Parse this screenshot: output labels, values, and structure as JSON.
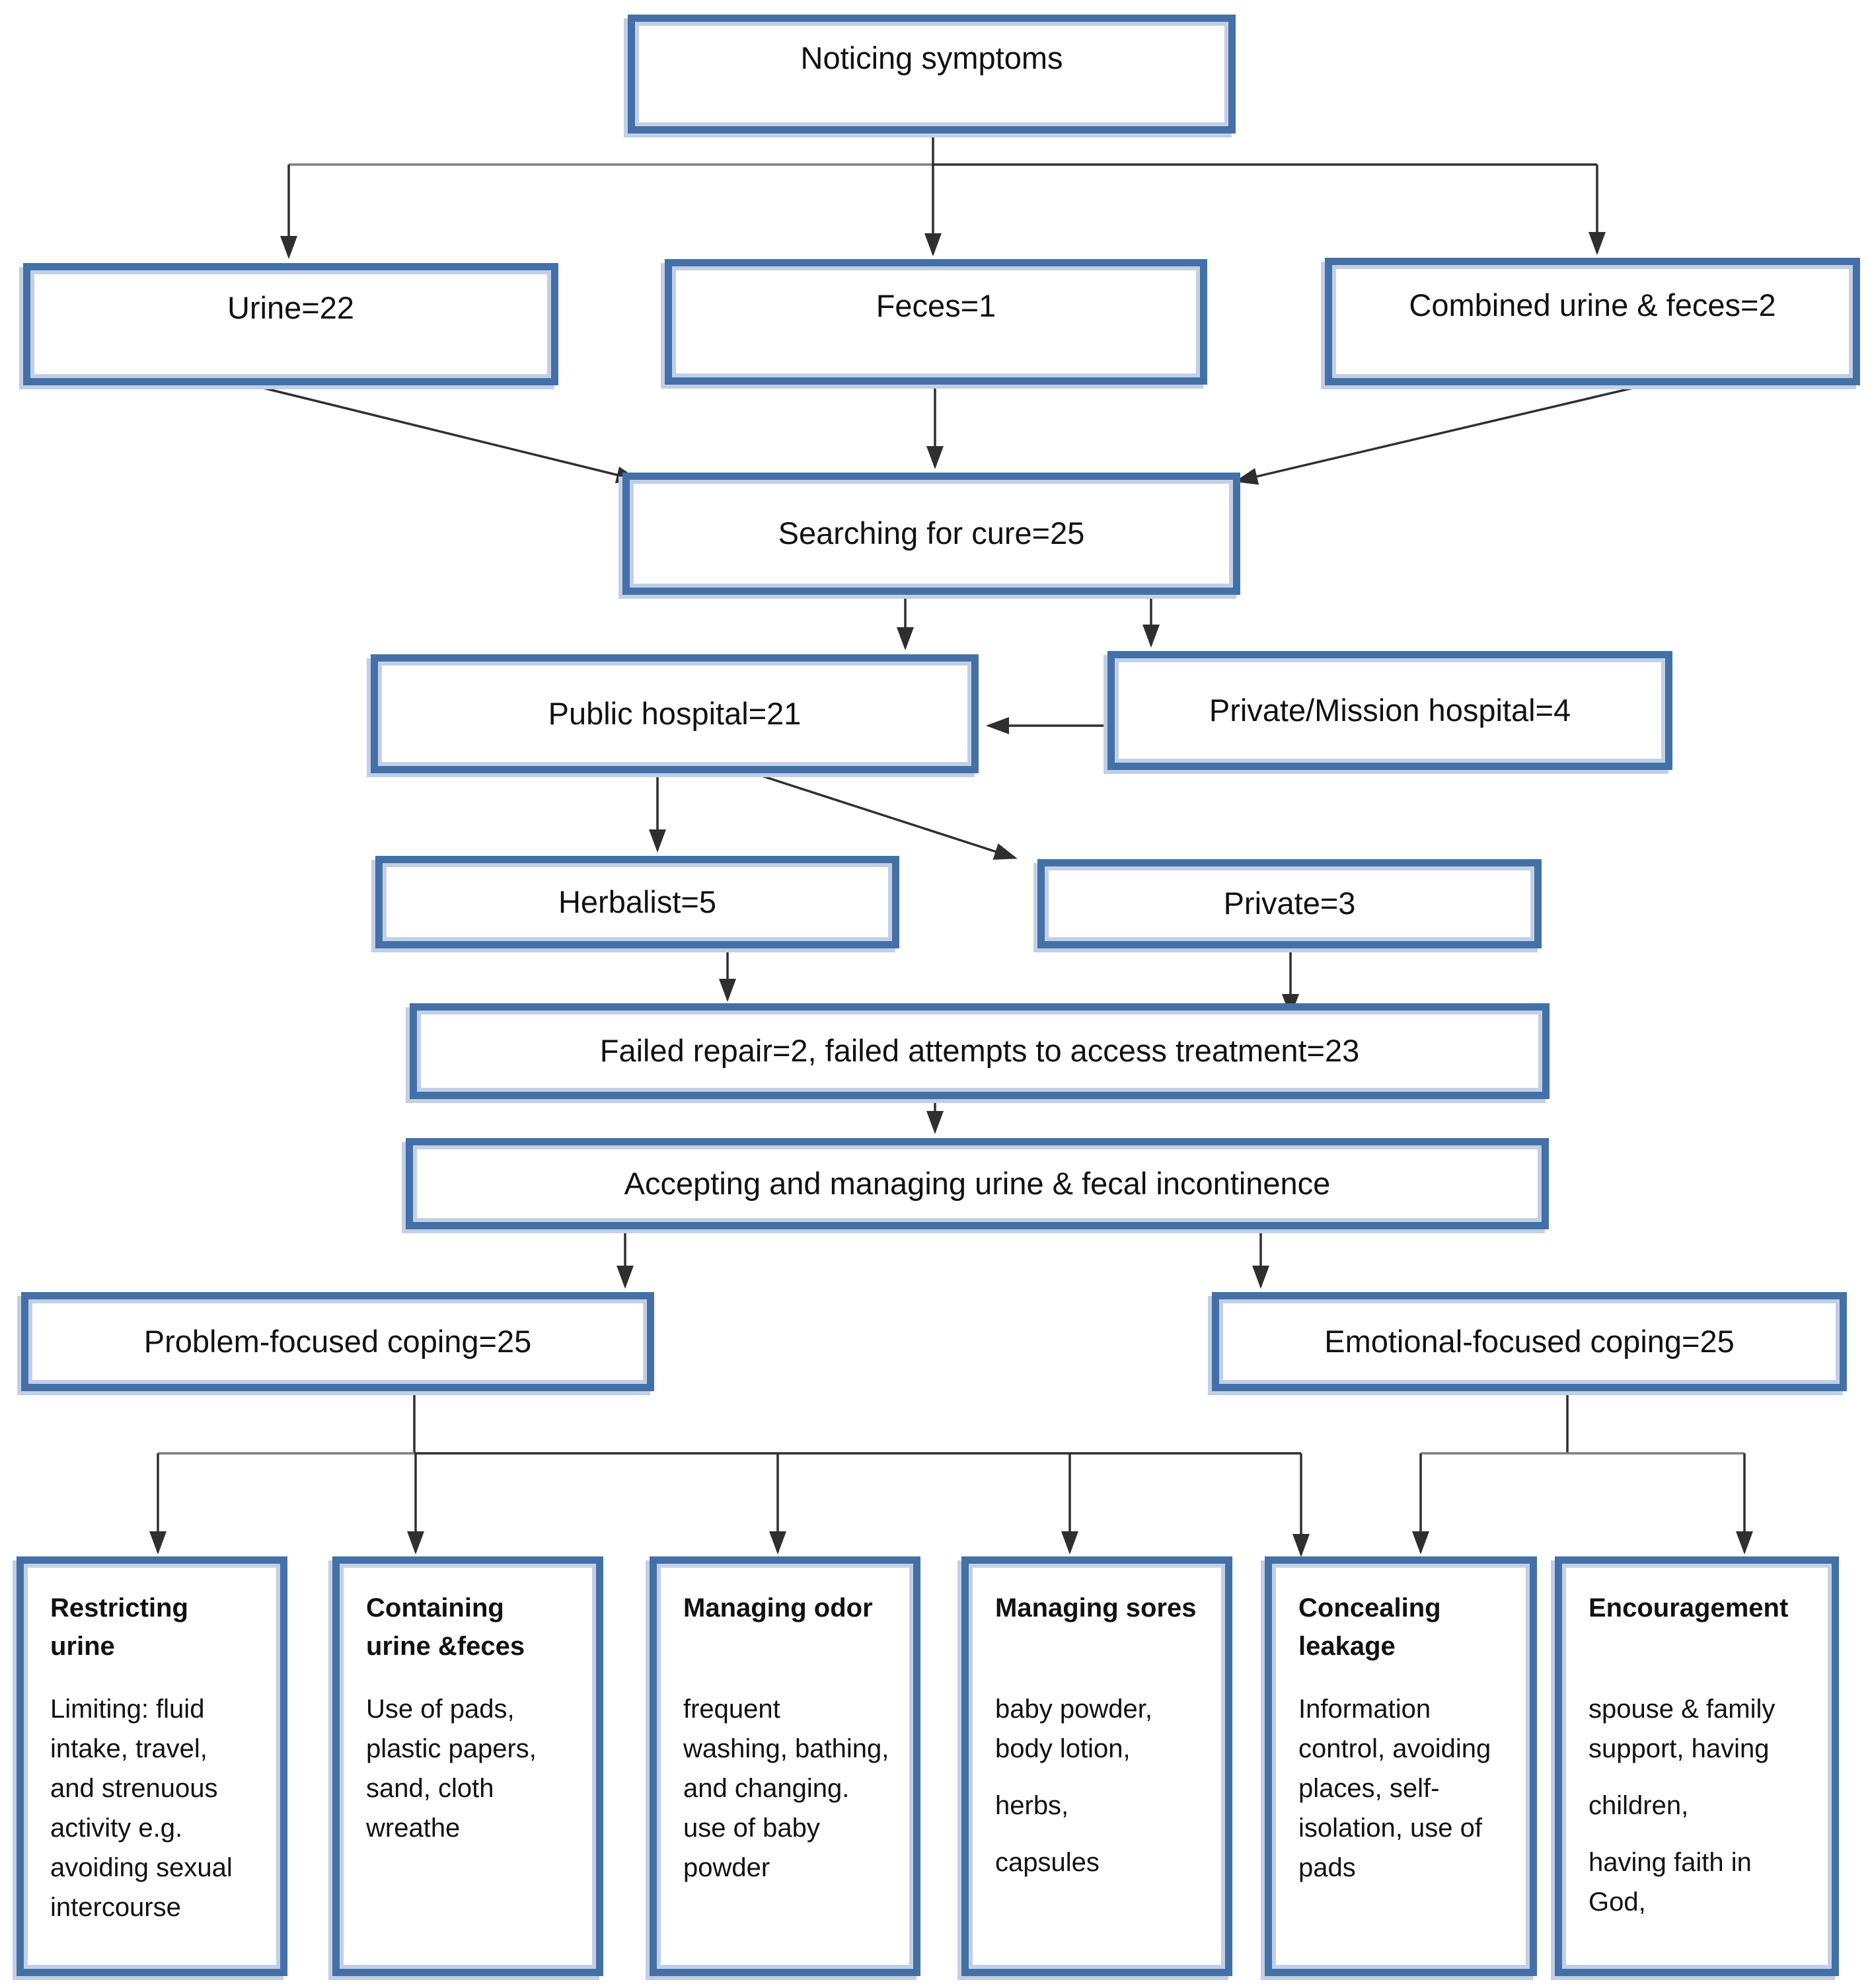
{
  "figure": {
    "type": "flowchart",
    "nodes": {
      "noticing": "Noticing symptoms",
      "urine": "Urine=22",
      "feces": "Feces=1",
      "combined": "Combined urine & feces=2",
      "searching": "Searching for cure=25",
      "public_hospital": "Public hospital=21",
      "private_mission": "Private/Mission hospital=4",
      "herbalist": "Herbalist=5",
      "private": "Private=3",
      "failed": "Failed repair=2, failed attempts to access treatment=23",
      "accepting": "Accepting and managing urine & fecal incontinence",
      "problem_coping": "Problem-focused coping=25",
      "emotional_coping": "Emotional-focused coping=25"
    },
    "coping_boxes": [
      {
        "title": "Restricting urine",
        "paragraphs": [
          "Limiting: fluid intake, travel, and strenuous activity e.g. avoiding sexual intercourse"
        ]
      },
      {
        "title": "Containing urine &feces",
        "paragraphs": [
          "Use of pads, plastic papers, sand, cloth wreathe"
        ]
      },
      {
        "title": "Managing odor",
        "paragraphs": [
          "frequent washing, bathing, and changing. use of baby powder"
        ]
      },
      {
        "title": "Managing sores",
        "paragraphs": [
          "baby powder, body lotion,",
          "herbs,",
          "capsules"
        ]
      },
      {
        "title": "Concealing leakage",
        "paragraphs": [
          "Information control, avoiding places, self-isolation, use of pads"
        ]
      },
      {
        "title": "Encouragement",
        "paragraphs": [
          "spouse & family support,  having",
          "children,",
          "having faith in God,"
        ]
      }
    ],
    "colors": {
      "box_border": "#4470a8",
      "box_border_inner": "#c2cfe5",
      "connector_dark": "#2f2f2f",
      "connector_gray": "#7f7f7f",
      "text": "#111111",
      "background": "#ffffff"
    }
  }
}
